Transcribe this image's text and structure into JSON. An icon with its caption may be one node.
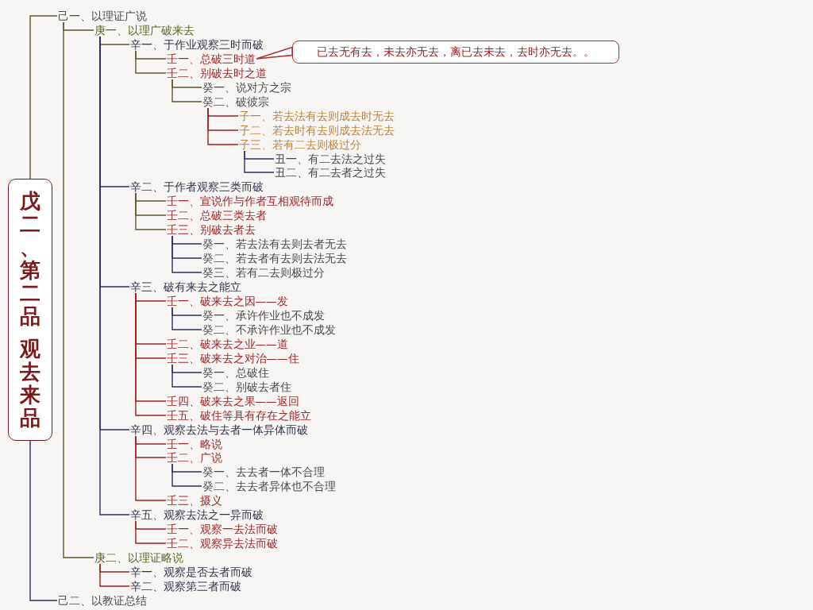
{
  "diagram": {
    "nodes": [
      {
        "text": [
          "戊二、第二品",
          "观去来品"
        ]
      },
      {
        "text": [
          "己一、以理证广说"
        ]
      },
      {
        "text": [
          "庚一、以理广破来去"
        ]
      },
      {
        "text": [
          "辛一、于作业观察三时而破"
        ]
      },
      {
        "text": [
          "壬一、总破三时道"
        ]
      },
      {
        "text": [
          "已去无有去，未去亦无去，离已去未去，去时亦无去。。"
        ]
      },
      {
        "text": [
          "壬二、别破去时之道"
        ]
      },
      {
        "text": [
          "癸一、说对方之宗"
        ]
      },
      {
        "text": [
          "癸二、破彼宗"
        ]
      },
      {
        "text": [
          "子一、若去法有去则成去时无去"
        ]
      },
      {
        "text": [
          "子二、若去时有去则成去法无去"
        ]
      },
      {
        "text": [
          "子三、若有二去则极过分"
        ]
      },
      {
        "text": [
          "丑一、有二去法之过失"
        ]
      },
      {
        "text": [
          "丑二、有二去者之过失"
        ]
      },
      {
        "text": [
          "辛二、于作者观察三类而破"
        ]
      },
      {
        "text": [
          "壬一、宣说作与作者互相观待而成"
        ]
      },
      {
        "text": [
          "壬二、总破三类去者"
        ]
      },
      {
        "text": [
          "壬三、别破去者去"
        ]
      },
      {
        "text": [
          "癸一、若去法有去则去者无去"
        ]
      },
      {
        "text": [
          "癸二、若去者有去则去法无去"
        ]
      },
      {
        "text": [
          "癸三、若有二去则极过分"
        ]
      },
      {
        "text": [
          "辛三、破有来去之能立"
        ]
      },
      {
        "text": [
          "壬一、破来去之因——发"
        ]
      },
      {
        "text": [
          "癸一、承许作业也不成发"
        ]
      },
      {
        "text": [
          "癸二、不承许作业也不成发"
        ]
      },
      {
        "text": [
          "壬二、破来去之业——道"
        ]
      },
      {
        "text": [
          "壬三、破来去之对治——住"
        ]
      },
      {
        "text": [
          "癸一、总破住"
        ]
      },
      {
        "text": [
          "癸二、别破去者住"
        ]
      },
      {
        "text": [
          "壬四、破来去之果——返回"
        ]
      },
      {
        "text": [
          "壬五、破住等具有存在之能立"
        ]
      },
      {
        "text": [
          "辛四、观察去法与去者一体异体而破"
        ]
      },
      {
        "text": [
          "壬一、略说"
        ]
      },
      {
        "text": [
          "壬二、广说"
        ]
      },
      {
        "text": [
          "癸一、去去者一体不合理"
        ]
      },
      {
        "text": [
          "癸二、去去者异体也不合理"
        ]
      },
      {
        "text": [
          "壬三、摄义"
        ]
      },
      {
        "text": [
          "辛五、观察去法之一异而破"
        ]
      },
      {
        "text": [
          "壬一、观察一去法而破"
        ]
      },
      {
        "text": [
          "壬二、观察异去法而破"
        ]
      },
      {
        "text": [
          "庚二、以理证略说"
        ]
      },
      {
        "text": [
          "辛一、观察是否去者而破"
        ]
      },
      {
        "text": [
          "辛二、观察第三者而破"
        ]
      },
      {
        "text": [
          "己二、以教证总结"
        ]
      }
    ],
    "edges": [
      {
        "from": 0,
        "to": 1,
        "arrow": "none"
      },
      {
        "from": 1,
        "to": 2,
        "arrow": "none"
      },
      {
        "from": 2,
        "to": 3,
        "arrow": "none"
      },
      {
        "from": 3,
        "to": 4,
        "arrow": "none"
      },
      {
        "from": 4,
        "to": 5,
        "arrow": "none",
        "color": "#b03030"
      },
      {
        "from": 3,
        "to": 6,
        "arrow": "none"
      },
      {
        "from": 6,
        "to": 7,
        "arrow": "none"
      },
      {
        "from": 6,
        "to": 8,
        "arrow": "none"
      },
      {
        "from": 8,
        "to": 9,
        "arrow": "none",
        "color": "#a02020"
      },
      {
        "from": 8,
        "to": 10,
        "arrow": "none",
        "color": "#a02020"
      },
      {
        "from": 8,
        "to": 11,
        "arrow": "none",
        "color": "#a02020"
      },
      {
        "from": 11,
        "to": 12,
        "arrow": "none",
        "color": "#2e3160"
      },
      {
        "from": 11,
        "to": 13,
        "arrow": "none",
        "color": "#2e3160"
      },
      {
        "from": 2,
        "to": 14,
        "arrow": "none",
        "color": "#2e3160"
      },
      {
        "from": 14,
        "to": 15,
        "arrow": "none"
      },
      {
        "from": 14,
        "to": 16,
        "arrow": "none"
      },
      {
        "from": 14,
        "to": 17,
        "arrow": "none"
      },
      {
        "from": 17,
        "to": 18,
        "arrow": "none",
        "color": "#2e3160"
      },
      {
        "from": 17,
        "to": 19,
        "arrow": "none",
        "color": "#2e3160"
      },
      {
        "from": 17,
        "to": 20,
        "arrow": "none",
        "color": "#2e3160"
      },
      {
        "from": 2,
        "to": 21,
        "arrow": "none",
        "color": "#2e3160"
      },
      {
        "from": 21,
        "to": 22,
        "arrow": "none",
        "color": "#a02020"
      },
      {
        "from": 22,
        "to": 23,
        "arrow": "none",
        "color": "#2e3160"
      },
      {
        "from": 22,
        "to": 24,
        "arrow": "none",
        "color": "#2e3160"
      },
      {
        "from": 21,
        "to": 25,
        "arrow": "none",
        "color": "#a02020"
      },
      {
        "from": 21,
        "to": 26,
        "arrow": "none",
        "color": "#a02020"
      },
      {
        "from": 26,
        "to": 27,
        "arrow": "none",
        "color": "#2e3160"
      },
      {
        "from": 26,
        "to": 28,
        "arrow": "none",
        "color": "#2e3160"
      },
      {
        "from": 21,
        "to": 29,
        "arrow": "none",
        "color": "#a02020"
      },
      {
        "from": 21,
        "to": 30,
        "arrow": "none",
        "color": "#a02020"
      },
      {
        "from": 2,
        "to": 31,
        "arrow": "none",
        "color": "#2e3160"
      },
      {
        "from": 31,
        "to": 32,
        "arrow": "none",
        "color": "#a02020"
      },
      {
        "from": 31,
        "to": 33,
        "arrow": "none",
        "color": "#a02020"
      },
      {
        "from": 33,
        "to": 34,
        "arrow": "none",
        "color": "#2e3160"
      },
      {
        "from": 33,
        "to": 35,
        "arrow": "none",
        "color": "#2e3160"
      },
      {
        "from": 31,
        "to": 36,
        "arrow": "none",
        "color": "#a02020"
      },
      {
        "from": 2,
        "to": 37,
        "arrow": "none",
        "color": "#2e3160"
      },
      {
        "from": 37,
        "to": 38,
        "arrow": "none",
        "color": "#a02020"
      },
      {
        "from": 37,
        "to": 39,
        "arrow": "none",
        "color": "#a02020"
      },
      {
        "from": 1,
        "to": 40,
        "arrow": "none"
      },
      {
        "from": 40,
        "to": 41,
        "arrow": "none",
        "color": "#a02020"
      },
      {
        "from": 40,
        "to": 42,
        "arrow": "none",
        "color": "#a02020"
      },
      {
        "from": 0,
        "to": 43,
        "arrow": "none",
        "color": "#2e3160"
      }
    ]
  }
}
